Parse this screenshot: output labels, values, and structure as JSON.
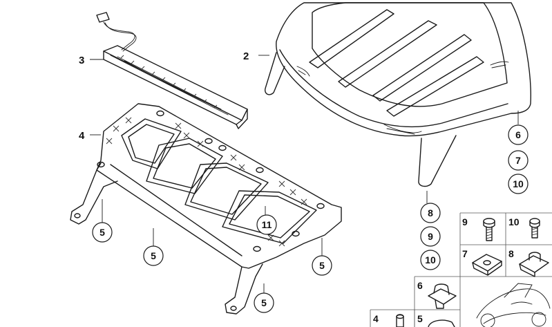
{
  "diagram": {
    "callouts": {
      "c2": "2",
      "c3": "3",
      "c4": "4"
    },
    "circled": {
      "p5a": "5",
      "p5b": "5",
      "p5c": "5",
      "p5d": "5",
      "p11": "11",
      "p6": "6",
      "p7": "7",
      "p10a": "10",
      "p8": "8",
      "p9": "9",
      "p10b": "10"
    },
    "grid": {
      "cell9": "9",
      "cell10": "10",
      "cell7": "7",
      "cell8": "8",
      "cell6": "6",
      "cell4": "4",
      "cell5": "5"
    }
  }
}
